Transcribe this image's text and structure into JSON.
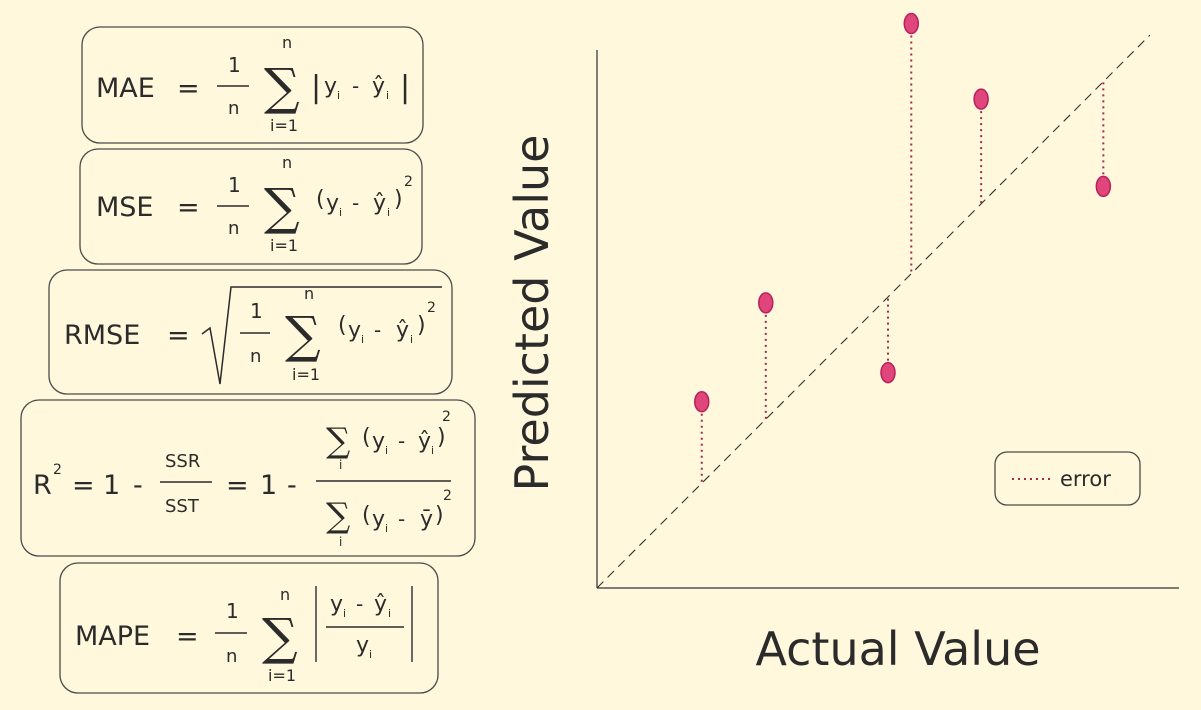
{
  "formulas": {
    "mae": {
      "name": "MAE",
      "eq": "=",
      "one": "1",
      "n": "n",
      "sum_top": "n",
      "sum_bot": "i=1",
      "sigma": "∑",
      "y": "y",
      "yhat": "ŷ",
      "sub": "i",
      "minus": "-",
      "bar": "|"
    },
    "mse": {
      "name": "MSE",
      "eq": "=",
      "one": "1",
      "n": "n",
      "sum_top": "n",
      "sum_bot": "i=1",
      "sigma": "∑",
      "y": "y",
      "yhat": "ŷ",
      "sub": "i",
      "minus": "-",
      "open": "(",
      "close": ")",
      "exp": "2"
    },
    "rmse": {
      "name": "RMSE",
      "eq": "=",
      "one": "1",
      "n": "n",
      "sum_top": "n",
      "sum_bot": "i=1",
      "sigma": "∑",
      "y": "y",
      "yhat": "ŷ",
      "sub": "i",
      "minus": "-",
      "open": "(",
      "close": ")",
      "exp": "2"
    },
    "r2": {
      "name": "R",
      "exp": "2",
      "eq": "=",
      "one": "1",
      "minus": "-",
      "ssr": "SSR",
      "sst": "SST",
      "sigma": "∑",
      "sub": "i",
      "y": "y",
      "yhat": "ŷ",
      "ybar": "ȳ",
      "open": "(",
      "close": ")"
    },
    "mape": {
      "name": "MAPE",
      "eq": "=",
      "one": "1",
      "n": "n",
      "sum_top": "n",
      "sum_bot": "i=1",
      "sigma": "∑",
      "y": "y",
      "yhat": "ŷ",
      "sub": "i",
      "minus": "-",
      "bar": "|"
    }
  },
  "chart_data": {
    "type": "scatter",
    "xlabel": "Actual Value",
    "ylabel": "Predicted Value",
    "xlim": [
      0,
      10
    ],
    "ylim": [
      0,
      10
    ],
    "reference_line": "y = x",
    "legend": {
      "label": "error",
      "placement": "bottom-right"
    },
    "points": [
      {
        "x": 1.8,
        "y": 3.2
      },
      {
        "x": 2.9,
        "y": 4.9
      },
      {
        "x": 5.0,
        "y": 3.7
      },
      {
        "x": 5.4,
        "y": 9.7
      },
      {
        "x": 6.6,
        "y": 8.4
      },
      {
        "x": 8.7,
        "y": 6.9
      }
    ],
    "colors": {
      "point": "#e0457b",
      "error": "#a52a4a",
      "axis": "#555555",
      "identity": "#333333"
    }
  }
}
